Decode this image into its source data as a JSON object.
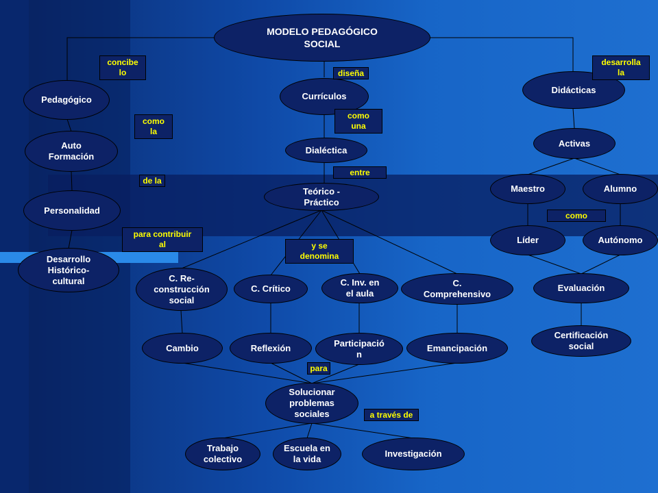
{
  "diagram": {
    "nodes": {
      "modelo": "MODELO PEDAGÓGICO\nSOCIAL",
      "pedagogico": "Pedagógico",
      "curriculos": "Currículos",
      "didacticas": "Didácticas",
      "auto_formacion": "Auto\nFormación",
      "dialectica": "Dialéctica",
      "activas": "Activas",
      "personalidad": "Personalidad",
      "teorico_practico": "Teórico -\nPráctico",
      "maestro": "Maestro",
      "alumno": "Alumno",
      "lider": "Líder",
      "autonomo": "Autónomo",
      "desarrollo": "Desarrollo\nHistórico-\ncultural",
      "c_reconstruccion": "C. Re-\nconstrucción\nsocial",
      "c_critico": "C. Crítico",
      "c_inv": "C. Inv. en\nel aula",
      "c_comprehensivo": "C.\nComprehensivo",
      "evaluacion": "Evaluación",
      "certificacion": "Certificación\nsocial",
      "cambio": "Cambio",
      "reflexion": "Reflexión",
      "participacion": "Participació\nn",
      "emancipacion": "Emancipación",
      "solucionar": "Solucionar\nproblemas\nsociales",
      "trabajo": "Trabajo\ncolectivo",
      "escuela": "Escuela en\nla vida",
      "investigacion": "Investigación"
    },
    "labels": {
      "concibe_lo": "concibe\nlo",
      "disena": "diseña",
      "desarrolla_la": "desarrolla\nla",
      "como_la": "como\nla",
      "como_una": "como\nuna",
      "entre": "entre",
      "de_la": "de la",
      "como": "como",
      "para_contribuir": "para contribuir\nal",
      "y_se_denomina": "y se\ndenomina",
      "para": "para",
      "a_traves_de": "a través de"
    }
  }
}
